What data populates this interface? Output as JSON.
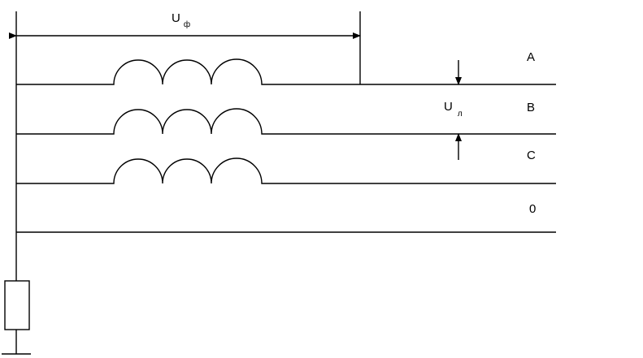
{
  "phase_voltage": {
    "main": "U",
    "sub": "ф"
  },
  "line_voltage": {
    "main": "U",
    "sub": "л"
  },
  "lines": [
    {
      "label": "A",
      "has_winding": true
    },
    {
      "label": "B",
      "has_winding": true
    },
    {
      "label": "C",
      "has_winding": true
    },
    {
      "label": "0",
      "has_winding": false
    }
  ]
}
